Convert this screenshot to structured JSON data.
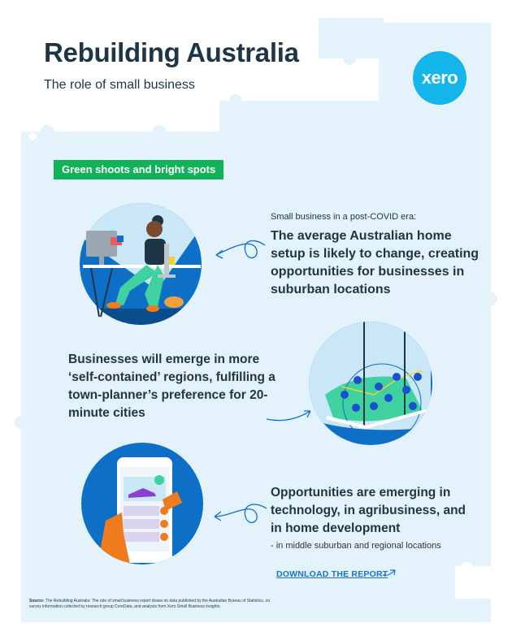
{
  "header": {
    "title": "Rebuilding Australia",
    "subtitle": "The role of small business"
  },
  "logo": {
    "text": "xero",
    "color": "#13b5ea"
  },
  "banner": {
    "label": "Green shoots and bright spots",
    "color": "#12b259"
  },
  "section1": {
    "label": "Small business in a post-COVID era:",
    "headline": "The average Australian home setup is likely to change, creating opportunities for businesses in suburban locations"
  },
  "section2": {
    "headline": "Businesses will emerge in more ‘self-contained’ regions, fulfilling a town-planner’s preference for 20-minute cities"
  },
  "section3": {
    "headline": "Opportunities are emerging in technology, in agribusiness, and in home development",
    "note": "- in middle suburban and regional locations"
  },
  "cta": {
    "label": "DOWNLOAD THE REPORT"
  },
  "footer": {
    "source_label": "Source:",
    "source_text": " The Rebuilding Australia: The role of small business report draws on data published by the Australian Bureau of Statistics, on survey information collected by research group CoreData, and analysis from Xero Small Business insights."
  },
  "colors": {
    "puzzle_light": "#e3f2fb",
    "navy": "#1d3545",
    "illustration_blue": "#0e6fc7",
    "illustration_orange": "#f07b1d"
  }
}
